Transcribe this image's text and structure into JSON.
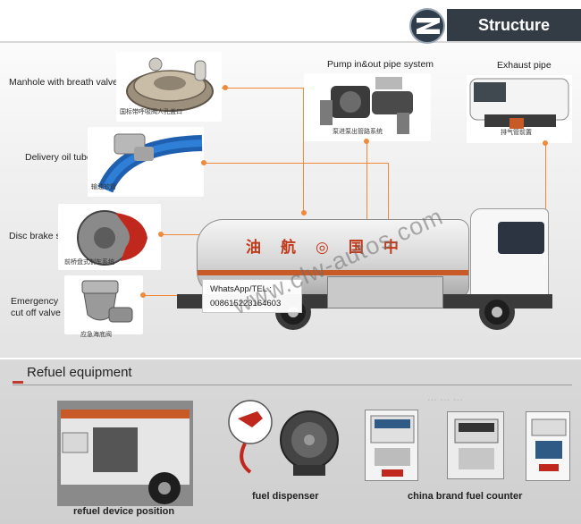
{
  "header": {
    "title": "Structure",
    "logo": "2"
  },
  "components": [
    {
      "label": "Manhole with breath valve",
      "caption": "国标带呼吸阀人孔盖口"
    },
    {
      "label": "Delivery oil tube",
      "caption": "输油软管"
    },
    {
      "label": "Disc brake system",
      "caption": "前桥盘式制车系统"
    },
    {
      "label": "Emergency",
      "label2": "cut off valve",
      "caption": "应急海底阀"
    },
    {
      "label": "Pump in&out pipe system",
      "caption": "泵进泵出管路系统"
    },
    {
      "label": "Exhaust pipe",
      "caption": "排气管前置"
    }
  ],
  "truck": {
    "tank_text": "油航◎国中"
  },
  "contact": {
    "line1": "WhatsApp/TEL :",
    "line2": "008615223164603"
  },
  "watermark": "www.clw-autos.com",
  "refuel": {
    "title": "Refuel equipment",
    "faded_text": "... ... ...",
    "items": [
      {
        "caption": "refuel device position"
      },
      {
        "caption": "fuel dispenser"
      },
      {
        "caption": "china brand fuel counter"
      }
    ]
  },
  "colors": {
    "accent": "#f08a3a",
    "header_bg": "#333b44",
    "tank_stripe": "#c85a28",
    "tank_text": "#c03a1a"
  },
  "icons": [
    "structure-logo-icon"
  ]
}
